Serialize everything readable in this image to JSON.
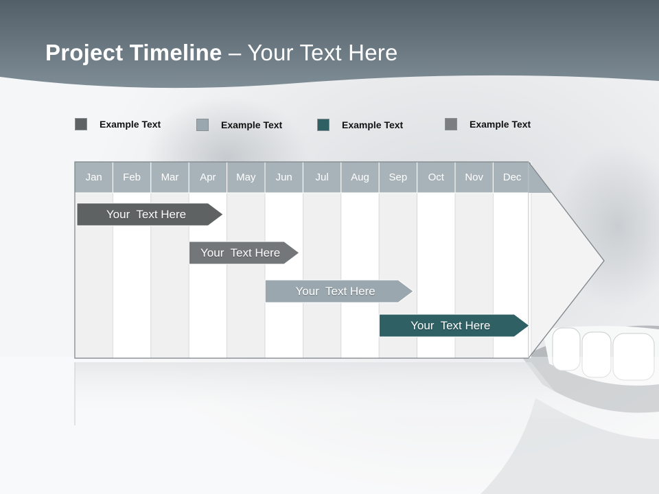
{
  "title": {
    "bold": "Project Timeline",
    "rest": " – Your Text Here"
  },
  "legend": [
    {
      "label": "Example Text",
      "color": "#5f6263"
    },
    {
      "label": "Example Text",
      "color": "#9aa7ae"
    },
    {
      "label": "Example Text",
      "color": "#2f6064"
    },
    {
      "label": "Example Text",
      "color": "#7b7e81"
    }
  ],
  "months": [
    "Jan",
    "Feb",
    "Mar",
    "Apr",
    "May",
    "Jun",
    "Jul",
    "Aug",
    "Sep",
    "Oct",
    "Nov",
    "Dec"
  ],
  "tasks": [
    {
      "label": "Your  Text Here",
      "color": "#5f6263",
      "start": 0,
      "end": 3.9
    },
    {
      "label": "Your  Text Here",
      "color": "#74777a",
      "start": 2.95,
      "end": 5.9
    },
    {
      "label": "Your  Text Here",
      "color": "#9aa7ae",
      "start": 4.95,
      "end": 8.9
    },
    {
      "label": "Your  Text Here",
      "color": "#2f6064",
      "start": 7.95,
      "end": 11.95
    }
  ],
  "colors": {
    "header": "#6e7e88",
    "month_header": "#a8b3b9",
    "stripe_dark": "#f0f0f0",
    "stripe_light": "#ffffff"
  }
}
